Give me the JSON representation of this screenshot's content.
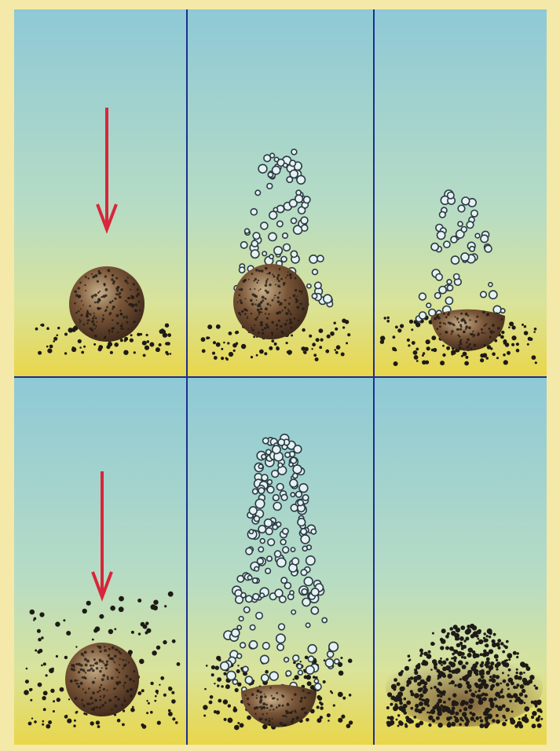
{
  "figure": {
    "description_id": "meteorite-impact-sequence",
    "rows": 2,
    "cols": 3,
    "panels": [
      {
        "id": "top-1",
        "row": 0,
        "col": 0,
        "stage": "approach",
        "arrow": true
      },
      {
        "id": "top-2",
        "row": 0,
        "col": 1,
        "stage": "ablation",
        "arrow": false
      },
      {
        "id": "top-3",
        "row": 0,
        "col": 2,
        "stage": "crater-remnant",
        "arrow": false
      },
      {
        "id": "bottom-1",
        "row": 1,
        "col": 0,
        "stage": "approach-scatter",
        "arrow": true
      },
      {
        "id": "bottom-2",
        "row": 1,
        "col": 1,
        "stage": "burst",
        "arrow": false
      },
      {
        "id": "bottom-3",
        "row": 1,
        "col": 2,
        "stage": "dust-heap",
        "arrow": false
      }
    ],
    "colors": {
      "sky_top": "#8ec9d6",
      "sky_mid": "#b7dcc4",
      "ground": "#e9d64a",
      "divider": "#1b2f8f",
      "arrow": "#d8263a",
      "sphere": "#6b4a32",
      "particle": "#1e1a16",
      "bubble_stroke": "#2a3a44",
      "bubble_fill": "#e6f2f2"
    }
  }
}
